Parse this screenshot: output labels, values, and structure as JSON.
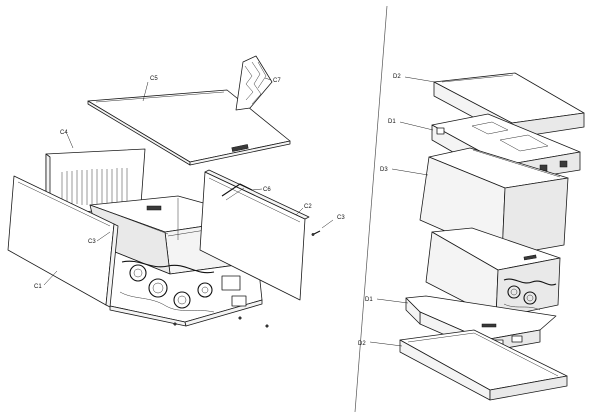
{
  "labels": {
    "c1": "C1",
    "c2": "C2",
    "c3a": "C3",
    "c3b": "C3",
    "c4": "C4",
    "c5": "C5",
    "c6": "C6",
    "c7": "C7",
    "d1a": "D1",
    "d1b": "D1",
    "d2a": "D2",
    "d2b": "D2",
    "d3": "D3"
  },
  "icons": {
    "left_view": "exploded-heater-assembly-icon",
    "right_view": "packaging-stack-icon"
  }
}
